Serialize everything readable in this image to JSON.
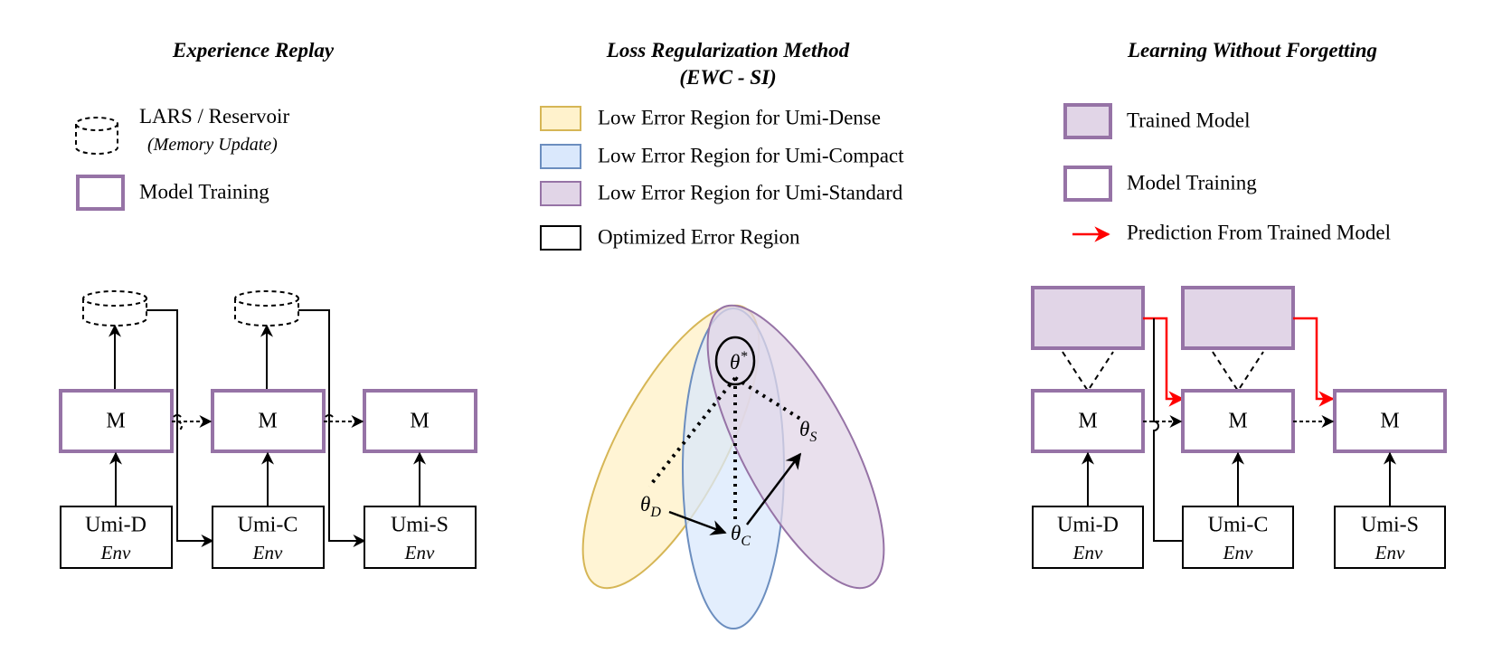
{
  "colors": {
    "purple": "#9673a6",
    "purple_fill": "#e1d5e7",
    "yellow": "#d6b656",
    "yellow_fill": "#fff2cc",
    "blue": "#6c8ebf",
    "blue_fill": "#dae8fc",
    "red": "#ff0000",
    "black": "#000000"
  },
  "experience_replay": {
    "title": "Experience Replay",
    "legend_memory_label": "LARS / Reservoir",
    "legend_memory_sublabel": "(Memory Update)",
    "legend_model_label": "Model Training",
    "models": [
      "M",
      "M",
      "M"
    ],
    "envs": [
      {
        "name": "Umi-D",
        "sub": "Env"
      },
      {
        "name": "Umi-C",
        "sub": "Env"
      },
      {
        "name": "Umi-S",
        "sub": "Env"
      }
    ]
  },
  "loss_regularization": {
    "title_line1": "Loss Regularization Method",
    "title_line2": "(EWC - SI)",
    "legend": [
      {
        "label": "Low Error Region for Umi-Dense",
        "color": "yellow"
      },
      {
        "label": "Low Error Region for Umi-Compact",
        "color": "blue"
      },
      {
        "label": "Low Error Region for Umi-Standard",
        "color": "purple"
      },
      {
        "label": "Optimized Error Region",
        "color": "black"
      }
    ],
    "theta_star": "θ",
    "theta_star_sup": "*",
    "theta_d": "θ",
    "theta_d_sub": "D",
    "theta_c": "θ",
    "theta_c_sub": "C",
    "theta_s": "θ",
    "theta_s_sub": "S"
  },
  "lwf": {
    "title": "Learning Without Forgetting",
    "legend_trained_label": "Trained Model",
    "legend_training_label": "Model Training",
    "legend_prediction_label": "Prediction From Trained Model",
    "models": [
      "M",
      "M",
      "M"
    ],
    "envs": [
      {
        "name": "Umi-D",
        "sub": "Env"
      },
      {
        "name": "Umi-C",
        "sub": "Env"
      },
      {
        "name": "Umi-S",
        "sub": "Env"
      }
    ]
  }
}
